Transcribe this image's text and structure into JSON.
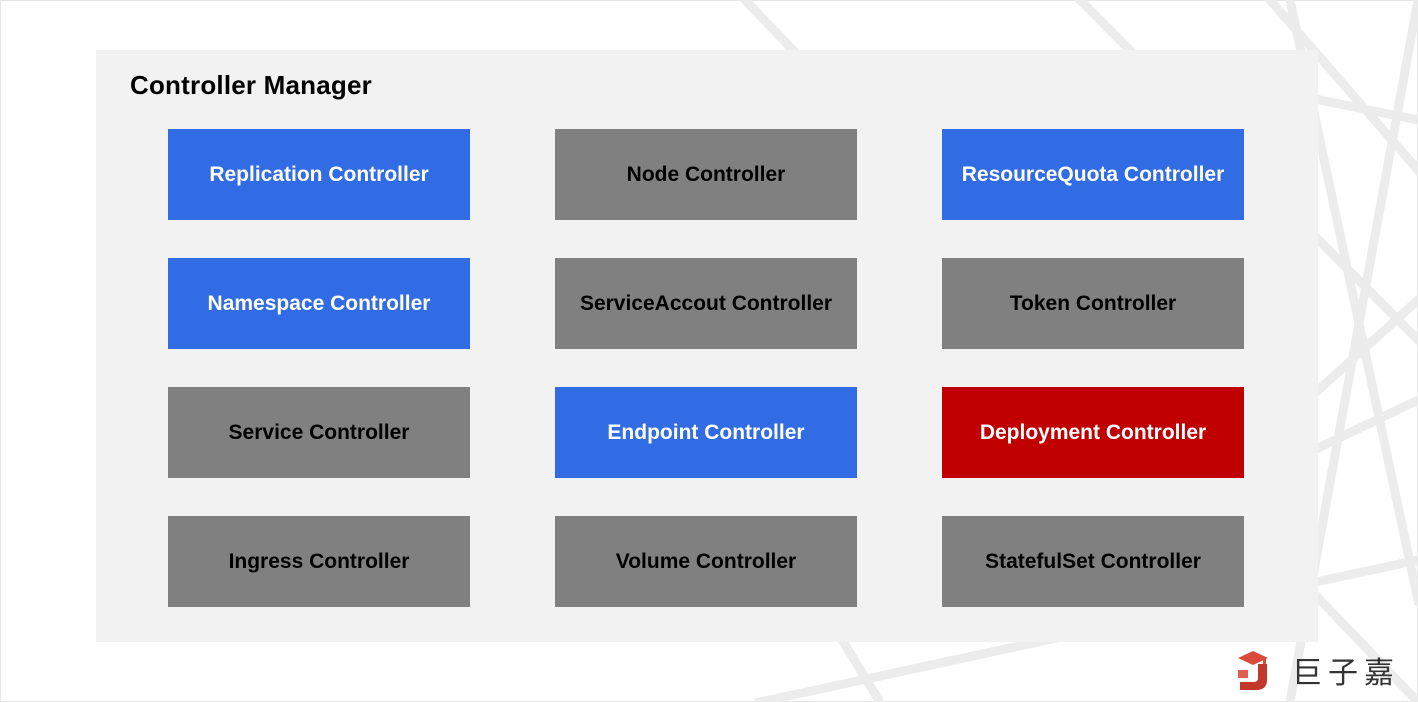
{
  "panel": {
    "title": "Controller Manager"
  },
  "colors": {
    "blue": "#326ce5",
    "gray": "#808080",
    "red": "#c00000",
    "panel_bg": "#f2f2f2"
  },
  "controllers": [
    {
      "label": "Replication Controller",
      "color": "blue"
    },
    {
      "label": "Node Controller",
      "color": "gray"
    },
    {
      "label": "ResourceQuota Controller",
      "color": "blue"
    },
    {
      "label": "Namespace Controller",
      "color": "blue"
    },
    {
      "label": "ServiceAccout Controller",
      "color": "gray"
    },
    {
      "label": "Token Controller",
      "color": "gray"
    },
    {
      "label": "Service Controller",
      "color": "gray"
    },
    {
      "label": "Endpoint Controller",
      "color": "blue"
    },
    {
      "label": "Deployment Controller",
      "color": "red"
    },
    {
      "label": "Ingress Controller",
      "color": "gray"
    },
    {
      "label": "Volume Controller",
      "color": "gray"
    },
    {
      "label": "StatefulSet Controller",
      "color": "gray"
    }
  ],
  "logo": {
    "text": "巨子嘉",
    "icon": "graduation-cap-j-logo-icon"
  }
}
